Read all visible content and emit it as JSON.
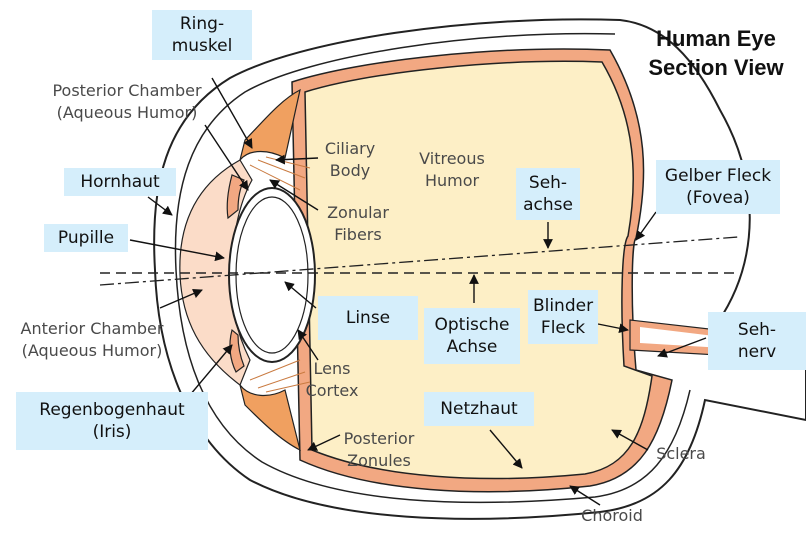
{
  "title": {
    "line1": "Human Eye",
    "line2": "Section View"
  },
  "english_labels": {
    "posterior_chamber": [
      "Posterior Chamber",
      "(Aqueous Humor)"
    ],
    "anterior_chamber": [
      "Anterior Chamber",
      "(Aqueous Humor)"
    ],
    "ciliary_body": [
      "Ciliary",
      "Body"
    ],
    "zonular_fibers": [
      "Zonular",
      "Fibers"
    ],
    "vitreous_humor": [
      "Vitreous",
      "Humor"
    ],
    "lens_cortex": [
      "Lens",
      "Cortex"
    ],
    "posterior_zonules": [
      "Posterior",
      "Zonules"
    ],
    "sclera": "Sclera",
    "choroid": "Choroid"
  },
  "german_labels": {
    "ringmuskel": [
      "Ring-",
      "muskel"
    ],
    "hornhaut": "Hornhaut",
    "pupille": "Pupille",
    "linse": "Linse",
    "optische_achse": [
      "Optische",
      "Achse"
    ],
    "sehachse": [
      "Seh-",
      "achse"
    ],
    "gelber_fleck": [
      "Gelber Fleck",
      "(Fovea)"
    ],
    "blinder_fleck": [
      "Blinder",
      "Fleck"
    ],
    "sehnerv": [
      "Seh-",
      "nerv"
    ],
    "regenbogenhaut": [
      "Regenbogenhaut",
      "(Iris)"
    ],
    "netzhaut": "Netzhaut"
  },
  "colors": {
    "label_box": "#d5eefb",
    "vitreous": "#fdefc6",
    "anterior_chamber": "#fbdcc8",
    "choroid": "#f2a882",
    "ciliary": "#f0a060",
    "outline": "#222222"
  }
}
